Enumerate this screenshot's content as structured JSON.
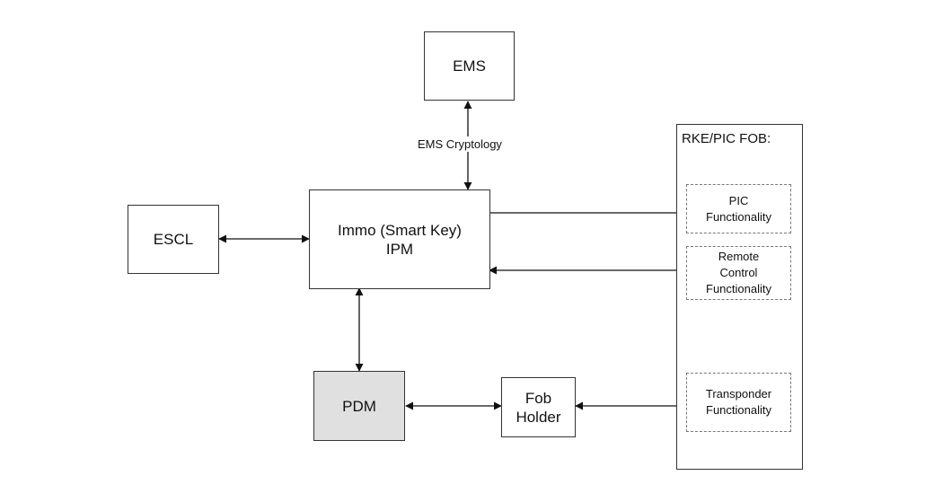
{
  "nodes": {
    "ems": {
      "lines": [
        "EMS"
      ]
    },
    "immo": {
      "lines": [
        "Immo (Smart Key)",
        "IPM"
      ]
    },
    "escl": {
      "lines": [
        "ESCL"
      ]
    },
    "pdm": {
      "lines": [
        "PDM"
      ]
    },
    "fob_holder": {
      "lines": [
        "Fob",
        "Holder"
      ]
    },
    "fob_panel": {
      "title": "RKE/PIC FOB:"
    },
    "pic": {
      "lines": [
        "PIC",
        "Functionality"
      ]
    },
    "remote": {
      "lines": [
        "Remote",
        "Control",
        "Functionality"
      ]
    },
    "transponder": {
      "lines": [
        "Transponder",
        "Functionality"
      ]
    }
  },
  "edges": {
    "ems_immo": {
      "label": "EMS Cryptology"
    }
  },
  "colors": {
    "pdm_fill": "#e0e0e0",
    "stroke": "#333333"
  }
}
